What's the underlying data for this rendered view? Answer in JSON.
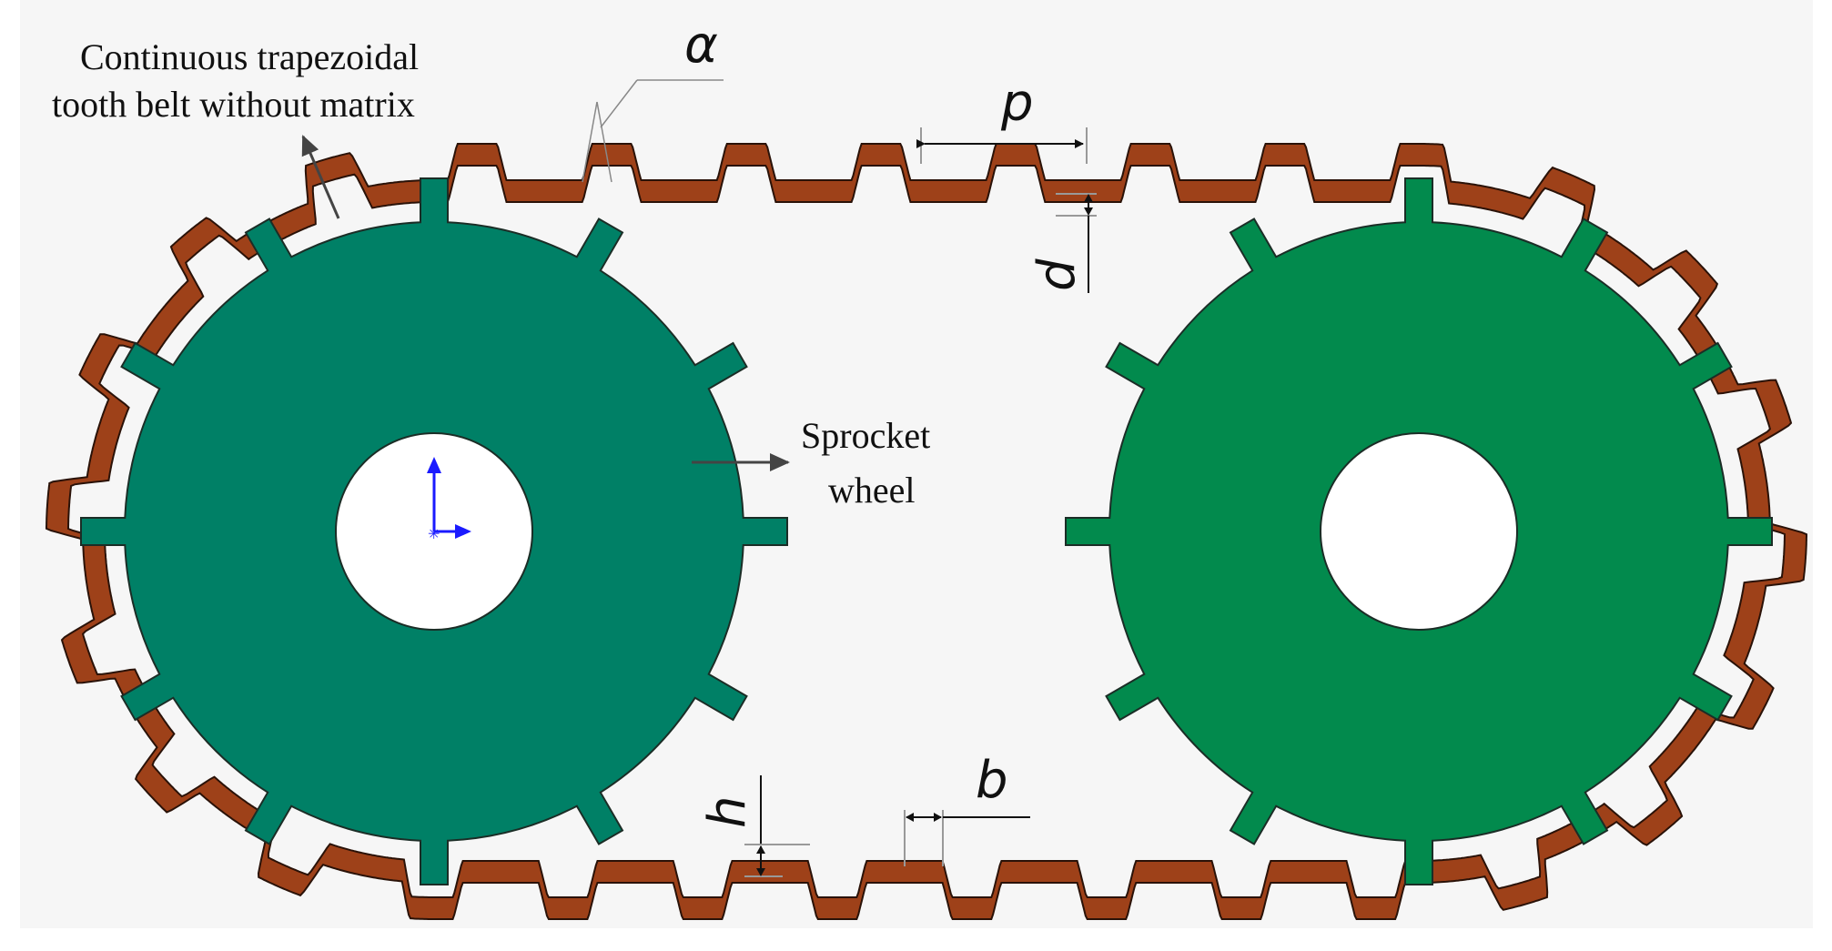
{
  "colors": {
    "background": "#f6f6f6",
    "belt": "#9e4119",
    "belt_outline": "#2a1208",
    "sprocket_left": "#008066",
    "sprocket_right": "#028a4d",
    "bore": "#ffffff",
    "axis": "#1a1aff"
  },
  "labels": {
    "belt_line1": "Continuous trapezoidal",
    "belt_line2": "tooth belt  without matrix",
    "sprocket_line1": "Sprocket",
    "sprocket_line2": "wheel",
    "alpha": "α",
    "p": "p",
    "d": "d",
    "h": "h",
    "b": "b"
  },
  "icons": {
    "coordinate_triad": "origin-axes-icon"
  }
}
